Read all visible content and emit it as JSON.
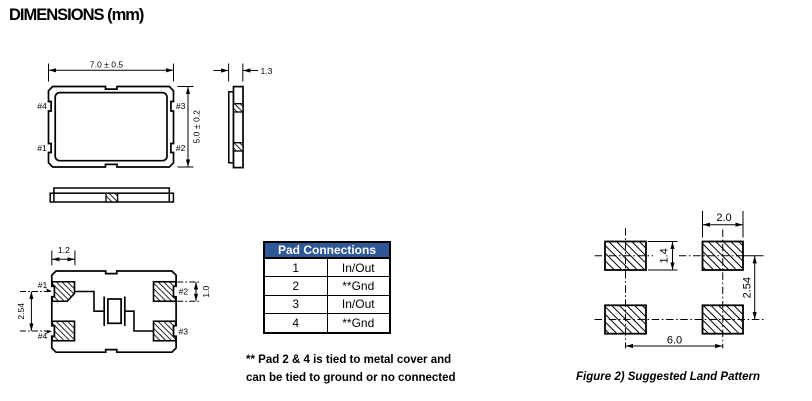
{
  "title": "DIMENSIONS (mm)",
  "top_view": {
    "width_dim": "7.0 ± 0.5",
    "height_dim": "5.0 ± 0.2",
    "pad_labels": {
      "p1": "#1",
      "p2": "#2",
      "p3": "#3",
      "p4": "#4"
    }
  },
  "side_view": {
    "thickness_dim": "1.3"
  },
  "bottom_view": {
    "pad_width_dim": "1.2",
    "row_pitch_dim": "2.54",
    "pad_height_dim": "1.0",
    "pad_labels": {
      "p1": "#1",
      "p2": "#2",
      "p3": "#3",
      "p4": "#4"
    }
  },
  "pad_table": {
    "header": "Pad Connections",
    "rows": [
      {
        "pad": "1",
        "connection": "In/Out"
      },
      {
        "pad": "2",
        "connection": "**Gnd"
      },
      {
        "pad": "3",
        "connection": "In/Out"
      },
      {
        "pad": "4",
        "connection": "**Gnd"
      }
    ]
  },
  "note_line1": "** Pad 2 & 4 is tied to metal cover and",
  "note_line2": "can be tied to ground or no connected",
  "land_pattern": {
    "pad_width_dim": "2.0",
    "pad_height_dim": "1.4",
    "row_pitch_dim": "2.54",
    "col_pitch_dim": "6.0",
    "caption": "Figure 2) Suggested Land Pattern"
  },
  "colors": {
    "table_header_bg": "#2f5796",
    "table_header_text": "#ffffff",
    "line_color": "#000000",
    "background": "#ffffff"
  }
}
